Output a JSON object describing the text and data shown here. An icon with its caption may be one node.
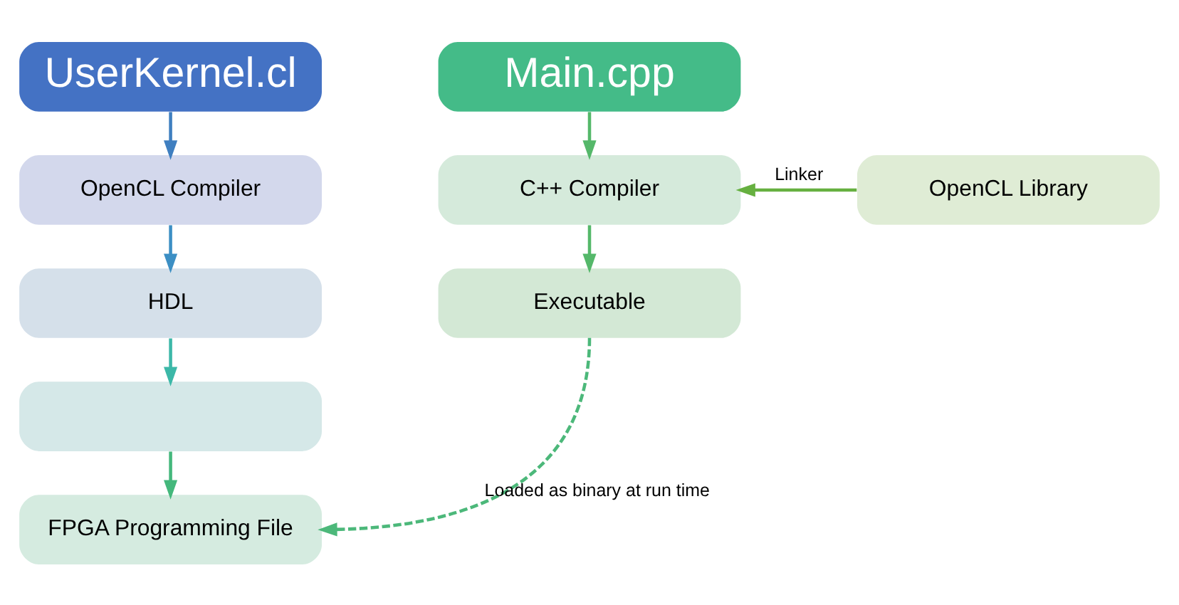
{
  "diagram": {
    "nodes": [
      {
        "text": [
          "UserKernel.cl"
        ]
      },
      {
        "text": [
          "Main.cpp"
        ]
      },
      {
        "text": [
          "OpenCL Compiler"
        ]
      },
      {
        "text": [
          "C++ Compiler"
        ]
      },
      {
        "text": [
          "OpenCL Library"
        ]
      },
      {
        "text": [
          "HDL"
        ]
      },
      {
        "text": [
          "Executable"
        ]
      },
      {
        "text": [],
        "shape": "box"
      },
      {
        "text": [
          "FPGA Programming File"
        ]
      }
    ],
    "edges": [
      {
        "from": 0,
        "to": 2,
        "arrow": "to"
      },
      {
        "from": 2,
        "to": 5,
        "arrow": "to"
      },
      {
        "from": 5,
        "to": 7,
        "arrow": "to"
      },
      {
        "from": 7,
        "to": 8,
        "arrow": "to"
      },
      {
        "from": 1,
        "to": 3,
        "arrow": "to"
      },
      {
        "from": 3,
        "to": 6,
        "arrow": "to"
      },
      {
        "from": 4,
        "to": 3,
        "arrow": "to",
        "label": "Linker"
      },
      {
        "from": 6,
        "to": 8,
        "arrow": "to",
        "style": "dashed",
        "label": "Loaded as binary at run time"
      }
    ]
  }
}
